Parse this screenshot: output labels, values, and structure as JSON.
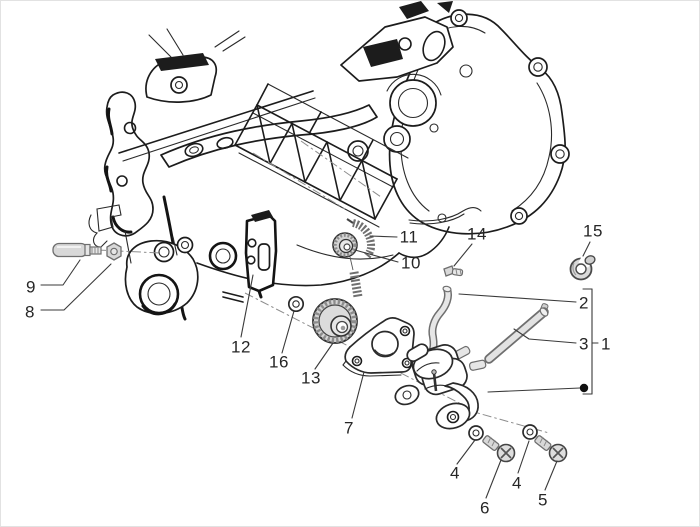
{
  "diagram": {
    "kind": "exploded-parts-line-drawing",
    "colors": {
      "line": "#1c1c1c",
      "metal_fill": "#d8d8d8",
      "background": "#ffffff"
    },
    "callouts": [
      {
        "id": "part-9",
        "label": "9"
      },
      {
        "id": "part-8",
        "label": "8"
      },
      {
        "id": "part-12",
        "label": "12"
      },
      {
        "id": "part-16",
        "label": "16"
      },
      {
        "id": "part-13",
        "label": "13"
      },
      {
        "id": "part-7",
        "label": "7"
      },
      {
        "id": "part-11",
        "label": "11"
      },
      {
        "id": "part-10",
        "label": "10"
      },
      {
        "id": "part-14",
        "label": "14"
      },
      {
        "id": "part-15",
        "label": "15"
      },
      {
        "id": "part-2",
        "label": "2"
      },
      {
        "id": "part-3",
        "label": "3"
      },
      {
        "id": "part-1",
        "label": "1"
      },
      {
        "id": "part-4-left",
        "label": "4"
      },
      {
        "id": "part-6",
        "label": "6"
      },
      {
        "id": "part-4-right",
        "label": "4"
      },
      {
        "id": "part-5",
        "label": "5"
      }
    ]
  }
}
